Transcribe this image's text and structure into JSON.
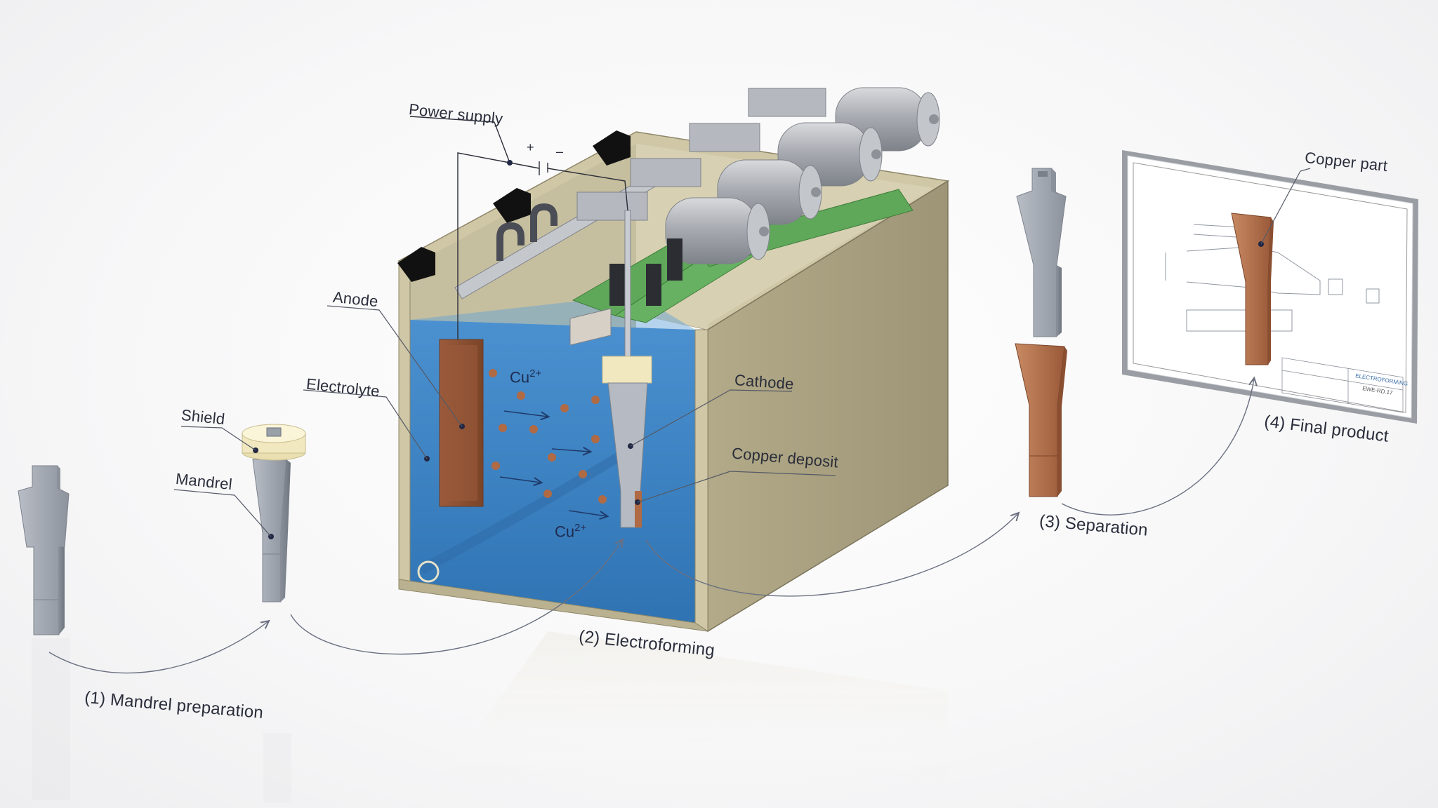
{
  "labels": {
    "power_supply": "Power supply",
    "plus": "+",
    "minus": "–",
    "anode": "Anode",
    "electrolyte": "Electrolyte",
    "cathode": "Cathode",
    "copper_deposit": "Copper deposit",
    "shield": "Shield",
    "mandrel": "Mandrel",
    "copper_part": "Copper part",
    "ion_base": "Cu",
    "ion_charge": "2+"
  },
  "steps": {
    "s1": "(1) Mandrel preparation",
    "s2": "(2) Electroforming",
    "s3": "(3) Separation",
    "s4": "(4) Final product"
  },
  "drawing_block": {
    "brand": "ELECTROFORMING",
    "code": "EWE-RD.17"
  },
  "colors": {
    "tank_wall": "#b3ab8a",
    "tank_rim": "#cfc7a6",
    "electrolyte": "#3f86c8",
    "copper": "#b06a44",
    "mandrel_gray": "#9ea4ae",
    "pcb_green": "#5fa85a",
    "motor_gray": "#a9acb2",
    "label_text": "#2a2d3a"
  }
}
